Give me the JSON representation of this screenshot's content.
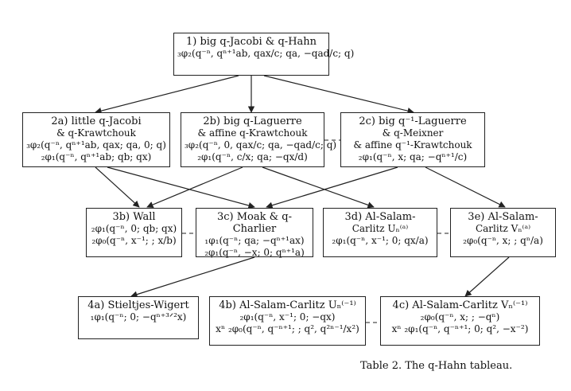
{
  "nodes": {
    "n1": {
      "title": "1) big q-Jacobi & q-Hahn",
      "lines": [
        "₃φ₂(q⁻ⁿ, qⁿ⁺¹ab, qax/c; qa, −qad/c; q)"
      ]
    },
    "n2a": {
      "title": "2a) little q-Jacobi",
      "lines": [
        "& q-Krawtchouk",
        "₃φ₂(q⁻ⁿ, qⁿ⁺¹ab, qax; qa, 0; q)",
        "₂φ₁(q⁻ⁿ, qⁿ⁺¹ab; qb; qx)"
      ]
    },
    "n2b": {
      "title": "2b) big q-Laguerre",
      "lines": [
        "& affine q-Krawtchouk",
        "₃φ₂(q⁻ⁿ, 0, qax/c; qa, −qad/c; q)",
        "₂φ₁(q⁻ⁿ, c/x; qa; −qx/d)"
      ]
    },
    "n2c": {
      "title": "2c) big q⁻¹-Laguerre",
      "lines": [
        "& q-Meixner",
        "& affine q⁻¹-Krawtchouk",
        "₂φ₁(q⁻ⁿ, x; qa; −qⁿ⁺¹/c)"
      ]
    },
    "n3b": {
      "title": "3b) Wall",
      "lines": [
        "₂φ₁(q⁻ⁿ, 0; qb; qx)",
        "₂φ₀(q⁻ⁿ, x⁻¹; ; x/b)"
      ]
    },
    "n3c": {
      "title": "3c) Moak & q-Charlier",
      "lines": [
        "₁φ₁(q⁻ⁿ; qa; −qⁿ⁺¹ax)",
        "₂φ₁(q⁻ⁿ, −x; 0; qⁿ⁺¹a)"
      ]
    },
    "n3d": {
      "title": "3d) Al-Salam-",
      "lines": [
        "Carlitz Uₙ⁽ᵃ⁾",
        "₂φ₁(q⁻ⁿ, x⁻¹; 0; qx/a)"
      ]
    },
    "n3e": {
      "title": "3e) Al-Salam-",
      "lines": [
        "Carlitz Vₙ⁽ᵃ⁾",
        "₂φ₀(q⁻ⁿ, x; ; qⁿ/a)"
      ]
    },
    "n4a": {
      "title": "4a) Stieltjes-Wigert",
      "lines": [
        "₁φ₁(q⁻ⁿ; 0; −qⁿ⁺³ᐟ²x)"
      ]
    },
    "n4b": {
      "title": "4b) Al-Salam-Carlitz Uₙ⁽⁻¹⁾",
      "lines": [
        "₂φ₁(q⁻ⁿ, x⁻¹; 0; −qx)",
        "xⁿ ₂φ₀(q⁻ⁿ, q⁻ⁿ⁺¹; ; q², q²ⁿ⁻¹/x²)"
      ]
    },
    "n4c": {
      "title": "4c) Al-Salam-Carlitz Vₙ⁽⁻¹⁾",
      "lines": [
        "₂φ₀(q⁻ⁿ, x; ; −qⁿ)",
        "xⁿ ₂φ₁(q⁻ⁿ, q⁻ⁿ⁺¹; 0; q², −x⁻²)"
      ]
    }
  },
  "caption": "Table 2. The q-Hahn tableau."
}
